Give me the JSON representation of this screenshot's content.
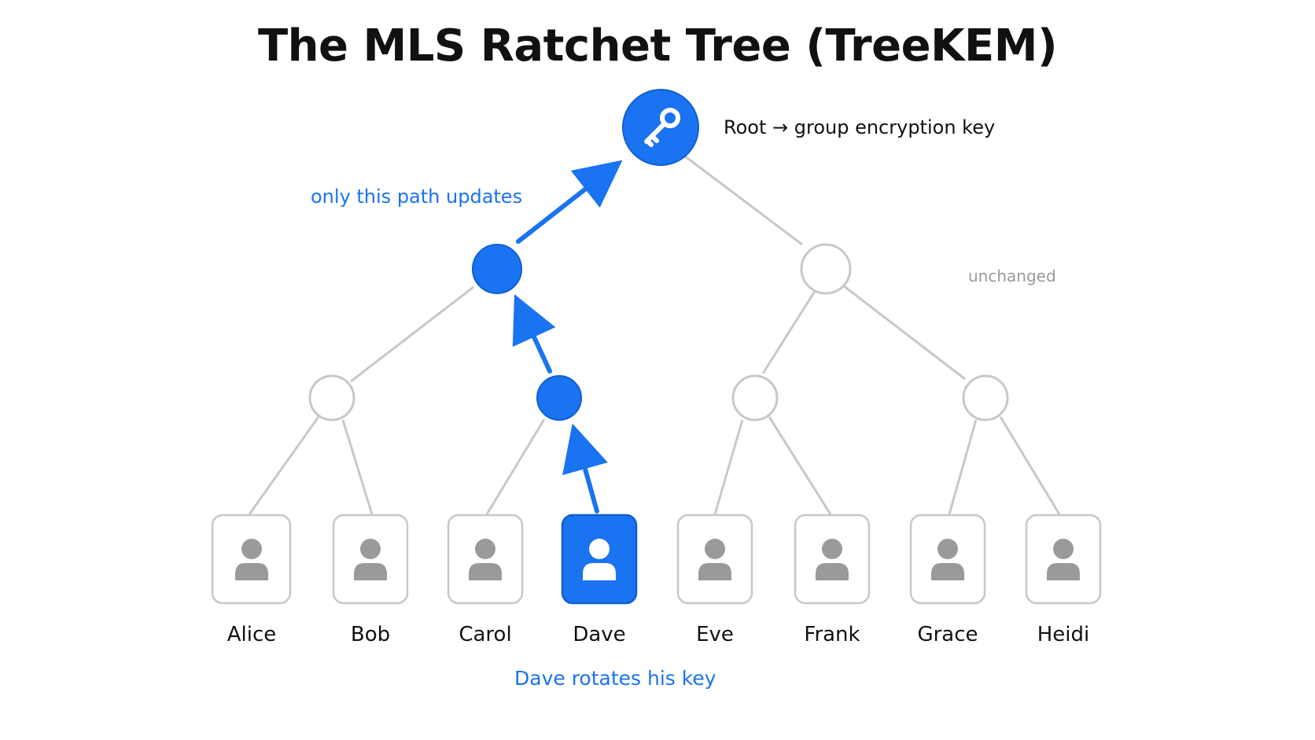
{
  "title": "The MLS Ratchet Tree (TreeKEM)",
  "annotations": {
    "root": "Root → group encryption key",
    "path": "only this path updates",
    "unchanged": "unchanged",
    "rotation": "Dave rotates his key"
  },
  "members": [
    {
      "name": "Alice",
      "highlighted": false
    },
    {
      "name": "Bob",
      "highlighted": false
    },
    {
      "name": "Carol",
      "highlighted": false
    },
    {
      "name": "Dave",
      "highlighted": true
    },
    {
      "name": "Eve",
      "highlighted": false
    },
    {
      "name": "Frank",
      "highlighted": false
    },
    {
      "name": "Grace",
      "highlighted": false
    },
    {
      "name": "Heidi",
      "highlighted": false
    }
  ],
  "root_icon": "key-icon",
  "member_icon": "person-icon",
  "colors": {
    "accent": "#1a73f0",
    "neutral_node": "#c8c8c8",
    "unchanged_text": "#9a9a9a",
    "person_fill": "#9a9a9a"
  }
}
